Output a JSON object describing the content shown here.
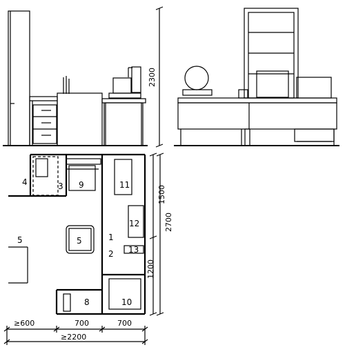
{
  "elevations": {
    "front_height_label": "2300"
  },
  "plan": {
    "item_labels": {
      "n1": "1",
      "n2": "2",
      "n3": "3",
      "n4": "4",
      "n5_wall": "5",
      "n5_table": "5",
      "n8": "8",
      "n9": "9",
      "n10": "10",
      "n11": "11",
      "n12": "12",
      "n13": "13"
    },
    "vertical_dims": {
      "upper": "1500",
      "lower": "1200",
      "total": "2700"
    },
    "horizontal_dims": {
      "left": "≥600",
      "middle": "700",
      "right": "700",
      "total": "≥2200"
    }
  }
}
